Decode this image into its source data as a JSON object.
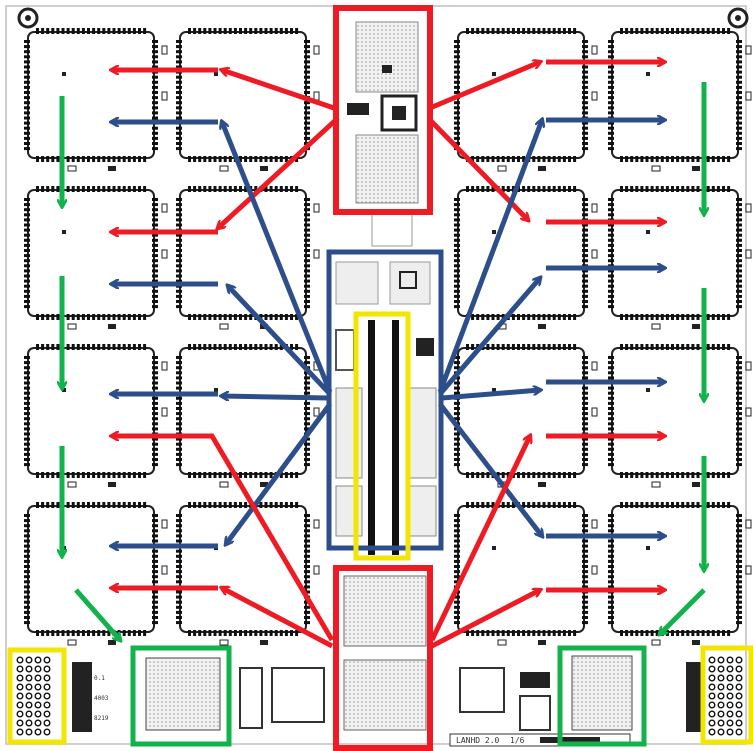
{
  "board": {
    "label": "LANHD 2.0",
    "rev": "1/6",
    "connector_text_1": "0.1",
    "connector_text_2": "4003",
    "connector_text_3": "8219"
  },
  "colors": {
    "red": "#ee1b24",
    "blue": "#2c4e8a",
    "green": "#12b24c",
    "yellow": "#f2e600",
    "module_fill": "#e6e6e6",
    "pad": "#111111"
  },
  "modules": {
    "grid_rows": 4,
    "per_side": 2,
    "left_columns": "left",
    "right_columns": "right"
  },
  "connections": {
    "red_source_top": "top-center-red-block",
    "red_source_bottom": "bottom-center-red-block",
    "blue_source": "center-blue-block",
    "green_chain": "vertical chain down outer columns"
  }
}
